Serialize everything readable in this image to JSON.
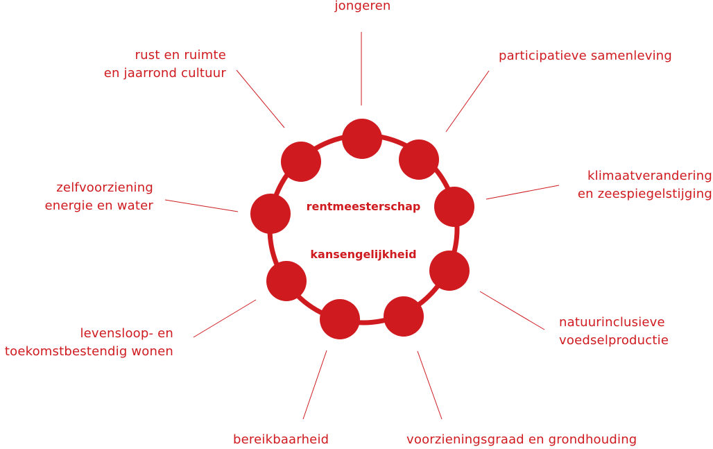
{
  "colors": {
    "accent": "#cf1a1f",
    "background": "#ffffff"
  },
  "center": {
    "line1": "rentmeesterschap",
    "line2": "kansengelijkheid"
  },
  "labels": [
    {
      "id": "jongeren",
      "lines": [
        "jongeren"
      ]
    },
    {
      "id": "participatieve-samenleving",
      "lines": [
        "participatieve samenleving"
      ]
    },
    {
      "id": "klimaatverandering",
      "lines": [
        "klimaatverandering",
        "en zeespiegelstijging"
      ]
    },
    {
      "id": "natuurinclusieve",
      "lines": [
        "natuurinclusieve",
        "voedselproductie"
      ]
    },
    {
      "id": "voorzieningsgraad",
      "lines": [
        "voorzieningsgraad en grondhouding"
      ]
    },
    {
      "id": "bereikbaarheid",
      "lines": [
        "bereikbaarheid"
      ]
    },
    {
      "id": "levensloop",
      "lines": [
        "levensloop- en",
        "toekomstbestendig wonen"
      ]
    },
    {
      "id": "zelfvoorziening",
      "lines": [
        "zelfvoorziening",
        "energie en water"
      ]
    },
    {
      "id": "rust-en-ruimte",
      "lines": [
        "rust en ruimte",
        "en jaarrond cultuur"
      ]
    }
  ]
}
